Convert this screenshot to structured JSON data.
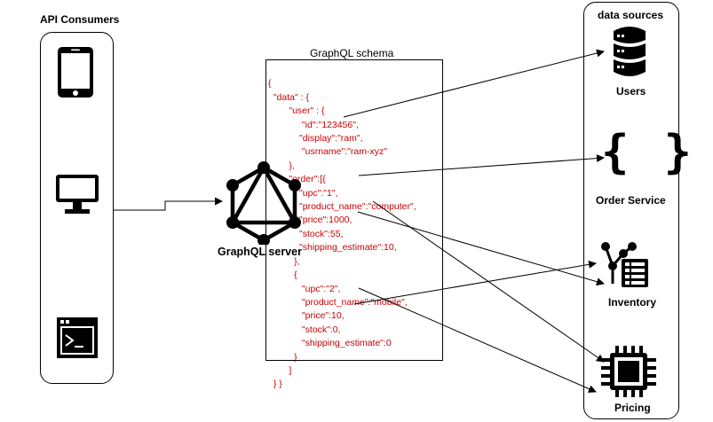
{
  "consumers": {
    "title": "API Consumers",
    "items": [
      {
        "icon": "smartphone-icon"
      },
      {
        "icon": "desktop-monitor-icon"
      },
      {
        "icon": "terminal-icon"
      }
    ]
  },
  "server": {
    "label": "GraphQL server",
    "icon": "graphql-logo-icon"
  },
  "schema": {
    "title": "GraphQL schema",
    "lines": [
      "{",
      "  \"data\" : {",
      "        \"user\" : {",
      "             \"id\":\"123456\",",
      "            \"display\":\"ram\",",
      "             \"usrname\":\"ram-xyz\"",
      "        },",
      "        \"order\":[{",
      "            \"upc\":\"1\",",
      "            \"product_name\":\"computer\",",
      "            \"price\":1000,",
      "            \"stock\":55,",
      "            \"shipping_estimate\":10,",
      "          },",
      "          {",
      "             \"upc\":\"2\",",
      "             \"product_name\":\"mobile\",",
      "             \"price\":10,",
      "             \"stock\":0,",
      "             \"shipping_estimate\":0",
      "          }",
      "        ]",
      "  } }"
    ]
  },
  "sources": {
    "title": "data sources",
    "items": [
      {
        "label": "Users",
        "icon": "database-icon"
      },
      {
        "label": "Order Service",
        "icon": "curly-braces-icon"
      },
      {
        "label": "Inventory",
        "icon": "inventory-icon"
      },
      {
        "label": "Pricing",
        "icon": "chip-icon"
      }
    ]
  }
}
